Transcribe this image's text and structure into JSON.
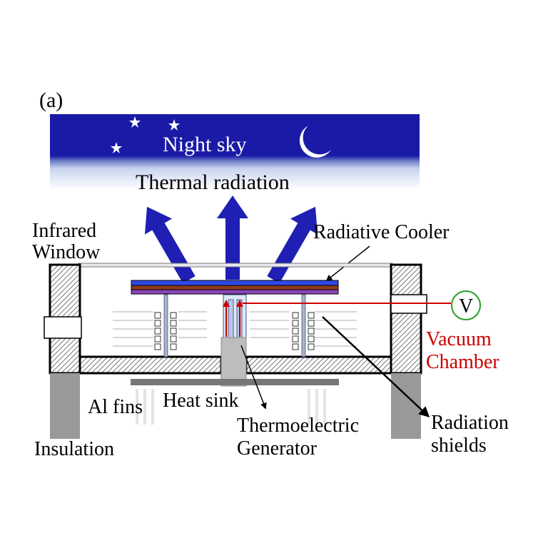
{
  "panel_label": "(a)",
  "labels": {
    "night_sky": "Night sky",
    "thermal_radiation": "Thermal radiation",
    "infrared_window_1": "Infrared",
    "infrared_window_2": "Window",
    "radiative_cooler": "Radiative Cooler",
    "voltmeter": "V",
    "vacuum_1": "Vacuum",
    "vacuum_2": "Chamber",
    "al_fins": "Al fins",
    "heat_sink": "Heat sink",
    "teg_1": "Thermoelectric",
    "teg_2": "Generator",
    "radiation_1": "Radiation",
    "radiation_2": "shields",
    "insulation": "Insulation"
  },
  "colors": {
    "sky": "#1a1aa6",
    "sky_fade": "#c8d4ee",
    "arrow": "#1f1fb3",
    "cooler_blue": "#2f49e6",
    "cooler_brown": "#8a3b1c",
    "cooler_purple": "#8a44b8",
    "wire_red": "#cc0000",
    "voltmeter_green": "#2aa02a",
    "insulation_gray": "#999999",
    "hatch": "#666666"
  },
  "icons": {
    "stars": "star-icon",
    "moon": "crescent-moon-icon"
  }
}
